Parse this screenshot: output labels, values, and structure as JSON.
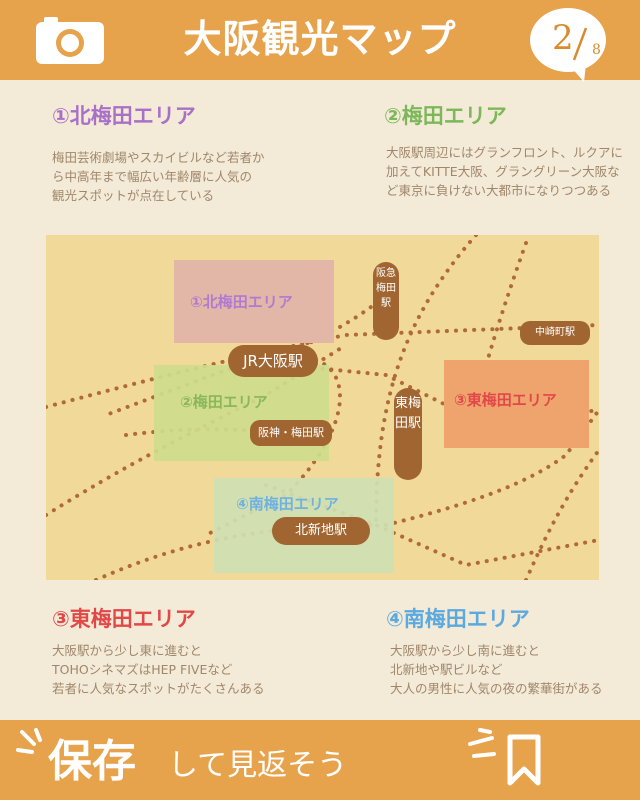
{
  "header": {
    "title": "大阪観光マップ",
    "page_current": "2",
    "page_total": "8",
    "icon": "camera-icon"
  },
  "areas": [
    {
      "title": "①北梅田エリア",
      "color": "#a970c8",
      "desc": [
        "梅田芸術劇場やスカイビルなど若者か",
        "ら中高年まで幅広い年齢層に人気の",
        "観光スポットが点在している"
      ]
    },
    {
      "title": "②梅田エリア",
      "color": "#7cb85a",
      "desc": [
        "大阪駅周辺にはグランフロント、ルクアに",
        "加えてKITTE大阪、グラングリーン大阪な",
        "ど東京に負けない大都市になりつつある"
      ]
    },
    {
      "title": "③東梅田エリア",
      "color": "#e24848",
      "desc": [
        "大阪駅から少し東に進むと",
        "TOHOシネマズはHEP FIVEなど",
        "若者に人気なスポットがたくさんある"
      ]
    },
    {
      "title": "④南梅田エリア",
      "color": "#5aa9df",
      "desc": [
        "大阪駅から少し南に進むと",
        "北新地や駅ビルなど",
        "大人の男性に人気の夜の繁華街がある"
      ]
    }
  ],
  "map": {
    "zones": [
      {
        "label": "①北梅田エリア",
        "fill": "#e3b7a8",
        "text": "#b07ad0"
      },
      {
        "label": "②梅田エリア",
        "fill": "#cfdc8c",
        "text": "#88b85a"
      },
      {
        "label": "③東梅田エリア",
        "fill": "#eea46c",
        "text": "#e24848"
      },
      {
        "label": "④南梅田エリア",
        "fill": "#cfe0b3",
        "text": "#6fb2df"
      }
    ],
    "stations": {
      "jr": "JR大阪駅",
      "hankyu": "阪急梅田駅",
      "nakazaki": "中崎町駅",
      "hanshin": "阪神・梅田駅",
      "higashi": "東梅田駅",
      "kitashinchi": "北新地駅"
    },
    "line_color": "#b06a3a",
    "bg": "#f1d999"
  },
  "footer": {
    "save_big": "保存",
    "save_small": "して見返そう",
    "icon": "bookmark-icon"
  }
}
